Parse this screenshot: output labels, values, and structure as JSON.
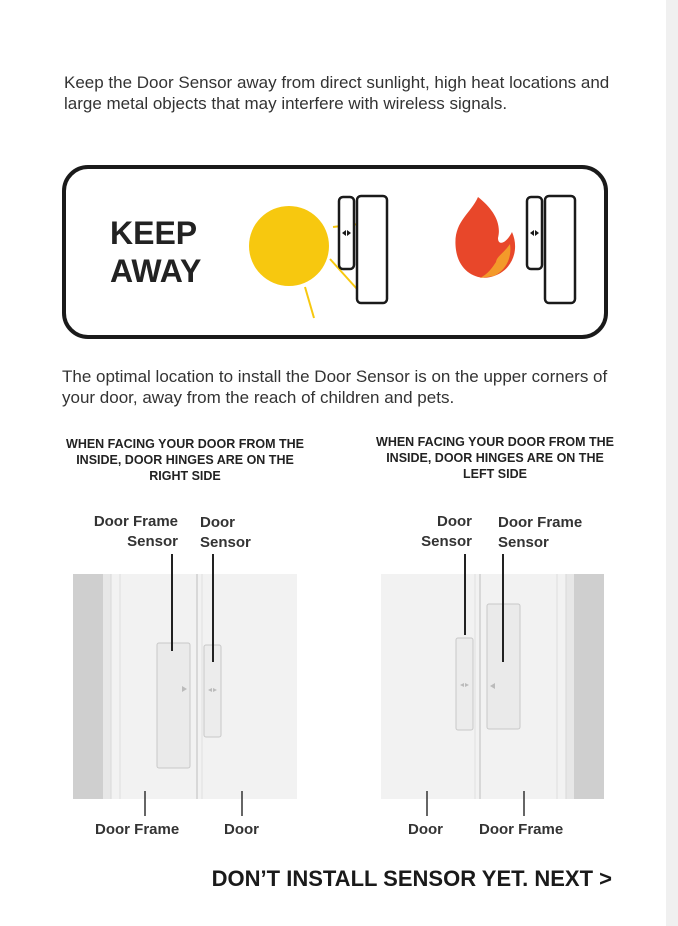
{
  "intro_text": "Keep the Door Sensor away from direct sunlight, high heat locations and large metal objects that may interfere with wireless signals.",
  "keep_away": {
    "line1": "KEEP",
    "line2": "AWAY"
  },
  "optimal_text": "The optimal location to install the Door Sensor is on the upper corners of your door, away from the reach of children and pets.",
  "left_panel": {
    "heading": "WHEN FACING YOUR DOOR FROM THE INSIDE, DOOR HINGES ARE ON THE RIGHT SIDE",
    "label_frame_sensor_1": "Door Frame",
    "label_frame_sensor_2": "Sensor",
    "label_door_sensor_1": "Door",
    "label_door_sensor_2": "Sensor",
    "bottom_frame": "Door Frame",
    "bottom_door": "Door"
  },
  "right_panel": {
    "heading": "WHEN FACING YOUR DOOR FROM THE INSIDE, DOOR HINGES ARE ON THE LEFT SIDE",
    "label_door_sensor_1": "Door",
    "label_door_sensor_2": "Sensor",
    "label_frame_sensor_1": "Door Frame",
    "label_frame_sensor_2": "Sensor",
    "bottom_door": "Door",
    "bottom_frame": "Door Frame"
  },
  "next_label": "DON’T INSTALL SENSOR YET. NEXT >",
  "colors": {
    "sun": "#f7c80f",
    "flame_outer": "#e8472a",
    "flame_inner": "#f39a2a",
    "text": "#333333"
  },
  "icons": [
    "sun-icon",
    "flame-icon",
    "sensor-icon"
  ]
}
